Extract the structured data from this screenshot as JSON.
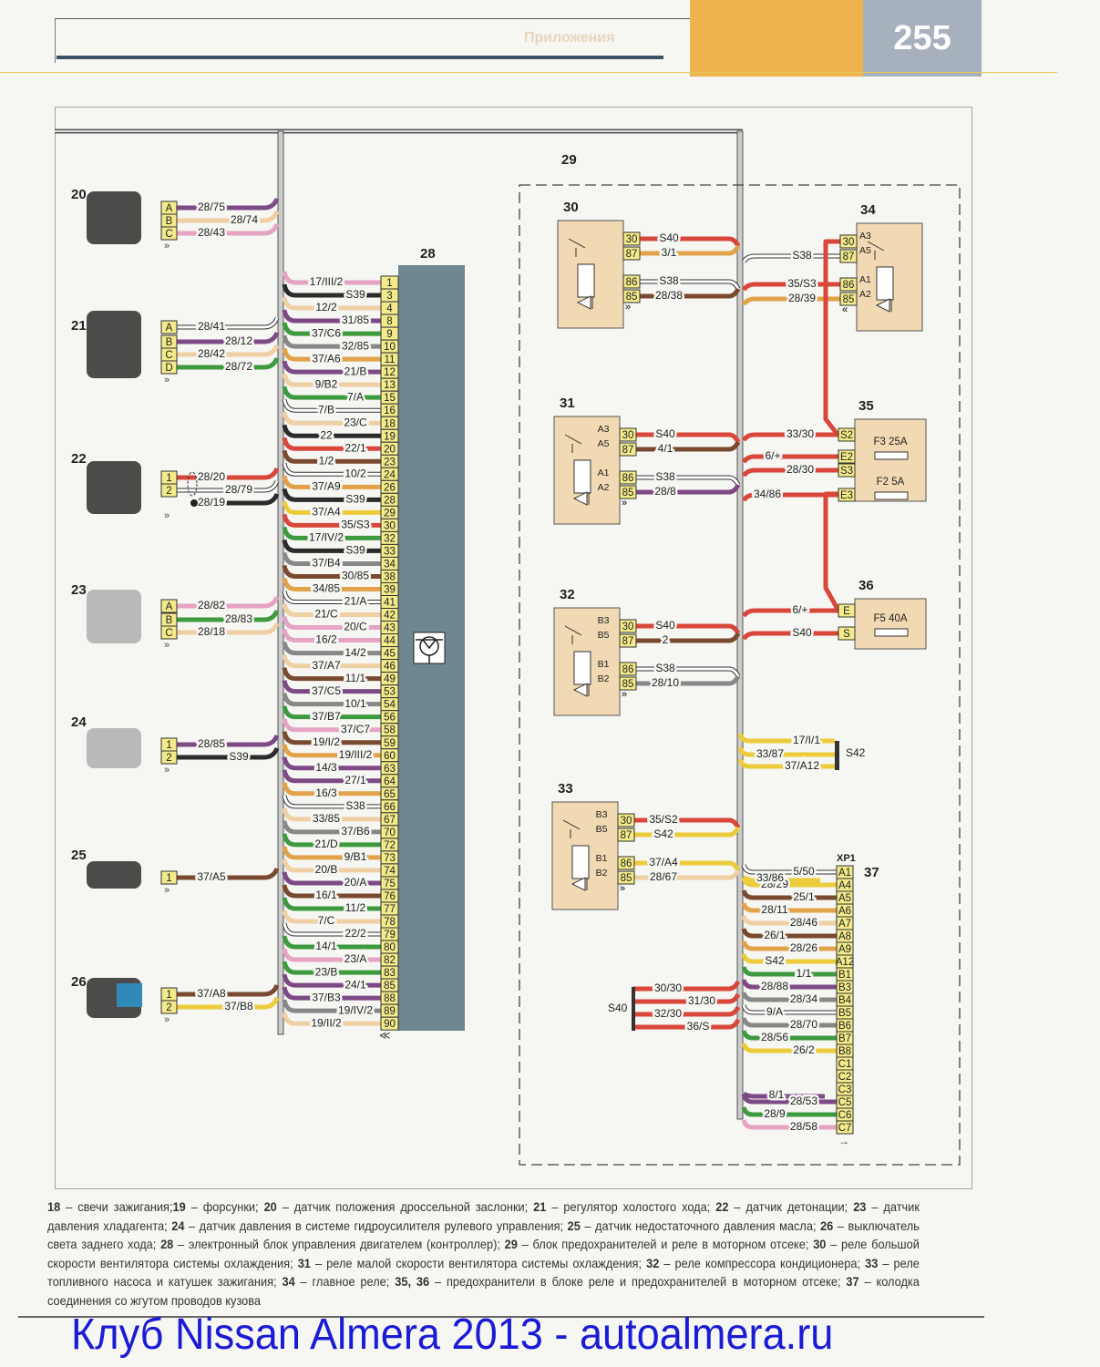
{
  "header": {
    "page_number": "255",
    "section_title": "Приложения"
  },
  "diagram": {
    "harness_label": "28",
    "fuse_block_label": "29",
    "colors": {
      "red": "#d9473a",
      "black": "#2b2b2b",
      "orange": "#e2a24a",
      "tan": "#efcfa4",
      "violet": "#7e4a86",
      "green": "#3d9a3f",
      "gray": "#888888",
      "brown": "#7a4a30",
      "pink": "#e6a4c4",
      "yellow": "#eccc3a",
      "white": "#ffffff",
      "connector": "#f3ea8a",
      "relay_body": "#f1d9b3",
      "ecu": "#6f8790"
    },
    "components": [
      {
        "id": "20",
        "pins": [
          {
            "pin": "A",
            "wire": "28/75",
            "color": "violet"
          },
          {
            "pin": "B",
            "wire": "28/74",
            "color": "tan"
          },
          {
            "pin": "C",
            "wire": "28/43",
            "color": "pink"
          }
        ]
      },
      {
        "id": "21",
        "pins": [
          {
            "pin": "A",
            "wire": "28/41",
            "color": "white"
          },
          {
            "pin": "B",
            "wire": "28/12",
            "color": "violet"
          },
          {
            "pin": "C",
            "wire": "28/42",
            "color": "tan"
          },
          {
            "pin": "D",
            "wire": "28/72",
            "color": "green"
          }
        ]
      },
      {
        "id": "22",
        "pins": [
          {
            "pin": "1",
            "wire": "28/20",
            "color": "red"
          },
          {
            "pin": "2",
            "wire": "28/79",
            "color": "white"
          },
          {
            "pin": "",
            "wire": "28/19",
            "color": "black"
          }
        ]
      },
      {
        "id": "23",
        "pins": [
          {
            "pin": "A",
            "wire": "28/82",
            "color": "pink"
          },
          {
            "pin": "B",
            "wire": "28/83",
            "color": "green"
          },
          {
            "pin": "C",
            "wire": "28/18",
            "color": "tan"
          }
        ]
      },
      {
        "id": "24",
        "pins": [
          {
            "pin": "1",
            "wire": "28/85",
            "color": "violet"
          },
          {
            "pin": "2",
            "wire": "S39",
            "color": "black"
          }
        ]
      },
      {
        "id": "25",
        "pins": [
          {
            "pin": "1",
            "wire": "37/A5",
            "color": "brown"
          }
        ]
      },
      {
        "id": "26",
        "pins": [
          {
            "pin": "1",
            "wire": "37/A8",
            "color": "brown"
          },
          {
            "pin": "2",
            "wire": "37/B8",
            "color": "yellow"
          }
        ]
      }
    ],
    "ecu_pins": [
      {
        "pin": "1",
        "wire": "17/III/2",
        "color": "pink"
      },
      {
        "pin": "3",
        "wire": "S39",
        "color": "black"
      },
      {
        "pin": "4",
        "wire": "12/2",
        "color": "tan"
      },
      {
        "pin": "8",
        "wire": "31/85",
        "color": "violet"
      },
      {
        "pin": "9",
        "wire": "37/C6",
        "color": "green"
      },
      {
        "pin": "10",
        "wire": "32/85",
        "color": "gray"
      },
      {
        "pin": "11",
        "wire": "37/A6",
        "color": "orange"
      },
      {
        "pin": "12",
        "wire": "21/B",
        "color": "violet"
      },
      {
        "pin": "13",
        "wire": "9/B2",
        "color": "tan"
      },
      {
        "pin": "15",
        "wire": "7/A",
        "color": "green"
      },
      {
        "pin": "16",
        "wire": "7/B",
        "color": "white"
      },
      {
        "pin": "18",
        "wire": "23/C",
        "color": "tan"
      },
      {
        "pin": "19",
        "wire": "22",
        "color": "black"
      },
      {
        "pin": "20",
        "wire": "22/1",
        "color": "red"
      },
      {
        "pin": "23",
        "wire": "1/2",
        "color": "brown"
      },
      {
        "pin": "24",
        "wire": "10/2",
        "color": "white"
      },
      {
        "pin": "26",
        "wire": "37/A9",
        "color": "orange"
      },
      {
        "pin": "28",
        "wire": "S39",
        "color": "black"
      },
      {
        "pin": "29",
        "wire": "37/A4",
        "color": "yellow"
      },
      {
        "pin": "30",
        "wire": "35/S3",
        "color": "red"
      },
      {
        "pin": "32",
        "wire": "17/IV/2",
        "color": "green"
      },
      {
        "pin": "33",
        "wire": "S39",
        "color": "black"
      },
      {
        "pin": "34",
        "wire": "37/B4",
        "color": "gray"
      },
      {
        "pin": "38",
        "wire": "30/85",
        "color": "brown"
      },
      {
        "pin": "39",
        "wire": "34/85",
        "color": "orange"
      },
      {
        "pin": "41",
        "wire": "21/A",
        "color": "white"
      },
      {
        "pin": "42",
        "wire": "21/C",
        "color": "tan"
      },
      {
        "pin": "43",
        "wire": "20/C",
        "color": "pink"
      },
      {
        "pin": "44",
        "wire": "16/2",
        "color": "pink"
      },
      {
        "pin": "45",
        "wire": "14/2",
        "color": "gray"
      },
      {
        "pin": "46",
        "wire": "37/A7",
        "color": "tan"
      },
      {
        "pin": "49",
        "wire": "11/1",
        "color": "brown"
      },
      {
        "pin": "53",
        "wire": "37/C5",
        "color": "violet"
      },
      {
        "pin": "54",
        "wire": "10/1",
        "color": "gray"
      },
      {
        "pin": "56",
        "wire": "37/B7",
        "color": "green"
      },
      {
        "pin": "58",
        "wire": "37/C7",
        "color": "pink"
      },
      {
        "pin": "59",
        "wire": "19/I/2",
        "color": "brown"
      },
      {
        "pin": "60",
        "wire": "19/III/2",
        "color": "orange"
      },
      {
        "pin": "63",
        "wire": "14/3",
        "color": "violet"
      },
      {
        "pin": "64",
        "wire": "27/1",
        "color": "violet"
      },
      {
        "pin": "65",
        "wire": "16/3",
        "color": "orange"
      },
      {
        "pin": "66",
        "wire": "S38",
        "color": "white"
      },
      {
        "pin": "67",
        "wire": "33/85",
        "color": "tan"
      },
      {
        "pin": "70",
        "wire": "37/B6",
        "color": "gray"
      },
      {
        "pin": "72",
        "wire": "21/D",
        "color": "green"
      },
      {
        "pin": "73",
        "wire": "9/B1",
        "color": "orange"
      },
      {
        "pin": "74",
        "wire": "20/B",
        "color": "tan"
      },
      {
        "pin": "75",
        "wire": "20/A",
        "color": "violet"
      },
      {
        "pin": "76",
        "wire": "16/1",
        "color": "brown"
      },
      {
        "pin": "77",
        "wire": "11/2",
        "color": "green"
      },
      {
        "pin": "78",
        "wire": "7/C",
        "color": "tan"
      },
      {
        "pin": "79",
        "wire": "22/2",
        "color": "white"
      },
      {
        "pin": "80",
        "wire": "14/1",
        "color": "green"
      },
      {
        "pin": "82",
        "wire": "23/A",
        "color": "pink"
      },
      {
        "pin": "83",
        "wire": "23/B",
        "color": "green"
      },
      {
        "pin": "85",
        "wire": "24/1",
        "color": "violet"
      },
      {
        "pin": "88",
        "wire": "37/B3",
        "color": "violet"
      },
      {
        "pin": "89",
        "wire": "19/IV/2",
        "color": "gray"
      },
      {
        "pin": "90",
        "wire": "19/II/2",
        "color": "tan"
      }
    ],
    "relays": [
      {
        "id": "30",
        "contacts": [
          "",
          "",
          "",
          ""
        ],
        "pins": [
          {
            "pin": "30",
            "wire": "S40",
            "color": "red"
          },
          {
            "pin": "87",
            "wire": "3/1",
            "color": "orange"
          },
          {
            "pin": "86",
            "wire": "S38",
            "color": "white"
          },
          {
            "pin": "85",
            "wire": "28/38",
            "color": "brown"
          }
        ]
      },
      {
        "id": "31",
        "contacts": [
          "A3",
          "A5",
          "A1",
          "A2"
        ],
        "pins": [
          {
            "pin": "30",
            "wire": "S40",
            "color": "red"
          },
          {
            "pin": "87",
            "wire": "4/1",
            "color": "brown"
          },
          {
            "pin": "86",
            "wire": "S38",
            "color": "white"
          },
          {
            "pin": "85",
            "wire": "28/8",
            "color": "violet"
          }
        ]
      },
      {
        "id": "32",
        "contacts": [
          "B3",
          "B5",
          "B1",
          "B2"
        ],
        "pins": [
          {
            "pin": "30",
            "wire": "S40",
            "color": "red"
          },
          {
            "pin": "87",
            "wire": "2",
            "color": "brown"
          },
          {
            "pin": "86",
            "wire": "S38",
            "color": "white"
          },
          {
            "pin": "85",
            "wire": "28/10",
            "color": "gray"
          }
        ]
      },
      {
        "id": "33",
        "contacts": [
          "B3",
          "B5",
          "B1",
          "B2"
        ],
        "pins": [
          {
            "pin": "30",
            "wire": "35/S2",
            "color": "red"
          },
          {
            "pin": "87",
            "wire": "S42",
            "color": "yellow"
          },
          {
            "pin": "86",
            "wire": "37/A4",
            "color": "yellow"
          },
          {
            "pin": "85",
            "wire": "28/67",
            "color": "tan"
          }
        ]
      },
      {
        "id": "34",
        "contacts": [
          "A3",
          "A5",
          "A1",
          "A2"
        ],
        "pins": [
          {
            "pin": "30",
            "wire": "",
            "color": "red"
          },
          {
            "pin": "87",
            "wire": "S38",
            "color": "white"
          },
          {
            "pin": "86",
            "wire": "35/S3",
            "color": "red"
          },
          {
            "pin": "85",
            "wire": "28/39",
            "color": "orange"
          }
        ]
      }
    ],
    "fuse_35": {
      "id": "35",
      "pins": [
        {
          "pin": "S2",
          "wire": "33/30"
        },
        {
          "pin": "E2",
          "wire": "6/+"
        },
        {
          "pin": "S3",
          "wire": "28/30"
        },
        {
          "pin": "E3",
          "wire": "34/86"
        }
      ],
      "fuses": [
        "F3 25A",
        "F2 5A"
      ]
    },
    "fuse_36": {
      "id": "36",
      "pins": [
        {
          "pin": "E",
          "wire": "6/+"
        },
        {
          "pin": "S",
          "wire": "S40"
        }
      ],
      "fuses": [
        "F5 40A"
      ]
    },
    "splice_s42": {
      "label": "S42",
      "wires": [
        "17/I/1",
        "33/87",
        "37/A12"
      ]
    },
    "splice_s40": {
      "label": "S40",
      "wires": [
        "30/30",
        "31/30",
        "32/30",
        "36/S"
      ]
    },
    "connector_37": {
      "id": "37",
      "name": "XP1",
      "pins": [
        {
          "pin": "A1",
          "wire": "5/50",
          "color": "white"
        },
        {
          "pin": "A4",
          "wire": "28/29",
          "color": "yellow"
        },
        {
          "pin": "A5",
          "wire": "25/1",
          "color": "brown"
        },
        {
          "pin": "A6",
          "wire": "28/11",
          "color": "orange"
        },
        {
          "pin": "A7",
          "wire": "28/46",
          "color": "tan"
        },
        {
          "pin": "A8",
          "wire": "26/1",
          "color": "brown"
        },
        {
          "pin": "A9",
          "wire": "28/26",
          "color": "orange"
        },
        {
          "pin": "A12",
          "wire": "S42",
          "color": "yellow"
        },
        {
          "pin": "B1",
          "wire": "1/1",
          "color": "green"
        },
        {
          "pin": "B3",
          "wire": "28/88",
          "color": "violet"
        },
        {
          "pin": "B4",
          "wire": "28/34",
          "color": "gray"
        },
        {
          "pin": "B5",
          "wire": "9/A",
          "color": "white"
        },
        {
          "pin": "B6",
          "wire": "28/70",
          "color": "gray"
        },
        {
          "pin": "B7",
          "wire": "28/56",
          "color": "green"
        },
        {
          "pin": "B8",
          "wire": "26/2",
          "color": "yellow"
        },
        {
          "pin": "C1",
          "wire": "",
          "color": ""
        },
        {
          "pin": "C2",
          "wire": "",
          "color": ""
        },
        {
          "pin": "C3",
          "wire": "",
          "color": ""
        },
        {
          "pin": "C5",
          "wire": "28/53",
          "color": "violet"
        },
        {
          "pin": "C6",
          "wire": "28/9",
          "color": "green"
        },
        {
          "pin": "C7",
          "wire": "28/58",
          "color": "pink"
        }
      ],
      "extra": {
        "wire": "33/86",
        "color": "yellow"
      },
      "extra2": {
        "wire": "8/1",
        "color": "violet"
      }
    }
  },
  "legend": [
    {
      "n": "18",
      "t": " – свечи зажигания;"
    },
    {
      "n": "19",
      "t": " – форсунки; "
    },
    {
      "n": "20",
      "t": " – датчик положения дроссельной заслонки; "
    },
    {
      "n": "21",
      "t": " – регулятор холостого хода; "
    },
    {
      "n": "22",
      "t": " – датчик детонации; "
    },
    {
      "n": "23",
      "t": " – датчик давления хладагента; "
    },
    {
      "n": "24",
      "t": " – датчик давления в системе гидроусилителя рулевого управления; "
    },
    {
      "n": "25",
      "t": " – датчик недостаточного давления масла; "
    },
    {
      "n": "26",
      "t": " – выключатель света заднего хода; "
    },
    {
      "n": "28",
      "t": " – электронный блок управления двигателем (контроллер); "
    },
    {
      "n": "29",
      "t": " – блок предохранителей и реле в моторном отсеке; "
    },
    {
      "n": "30",
      "t": " – реле большой скорости вентилятора системы охлаждения; "
    },
    {
      "n": "31",
      "t": " – реле малой скорости вентилятора системы охлаждения; "
    },
    {
      "n": "32",
      "t": " – реле компрессора кондиционера; "
    },
    {
      "n": "33",
      "t": " – реле топливного насоса и катушек зажигания; "
    },
    {
      "n": "34",
      "t": " – главное реле; "
    },
    {
      "n": "35, 36",
      "t": " – предохранители в блоке реле и предохранителей в моторном отсеке; "
    },
    {
      "n": "37",
      "t": " – колодка соединения со жгутом проводов кузова"
    }
  ],
  "footer": {
    "text": "Клуб Nissan Almera 2013 - autoalmera.ru"
  }
}
